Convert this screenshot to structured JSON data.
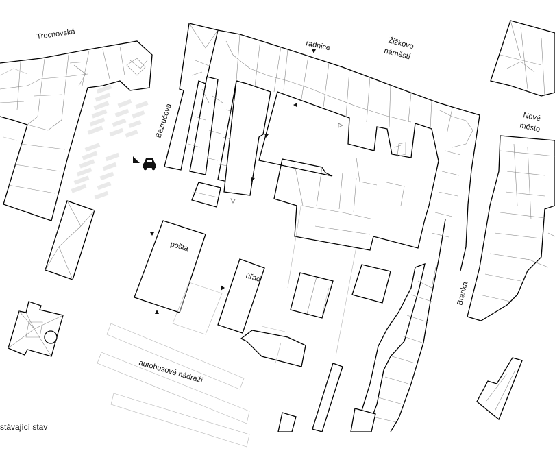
{
  "map": {
    "labels": {
      "trocnovska": "Trocnovská",
      "radnice": "radnice",
      "zizkovo_1": "Žižkovo",
      "zizkovo_2": "náměstí",
      "nove_1": "Nové",
      "nove_2": "město",
      "bezrucova": "Bezručova",
      "posta": "pošta",
      "urad": "úřad",
      "autobusove": "autobusové nádraží",
      "branka": "Branka"
    },
    "caption": "stávající stav",
    "icons": [
      "car-icon",
      "entrance-marker-icon"
    ],
    "colors": {
      "building_outline": "#000000",
      "parking": "#e9e9e9",
      "background": "#ffffff"
    }
  }
}
